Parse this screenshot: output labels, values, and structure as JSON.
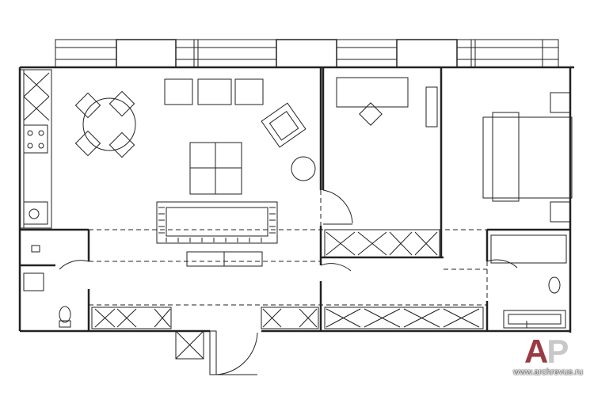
{
  "watermark": {
    "logo_letter_1": "A",
    "logo_letter_2": "P",
    "url": "www.archrevue.ru",
    "logo_color": "#9a3a44"
  }
}
